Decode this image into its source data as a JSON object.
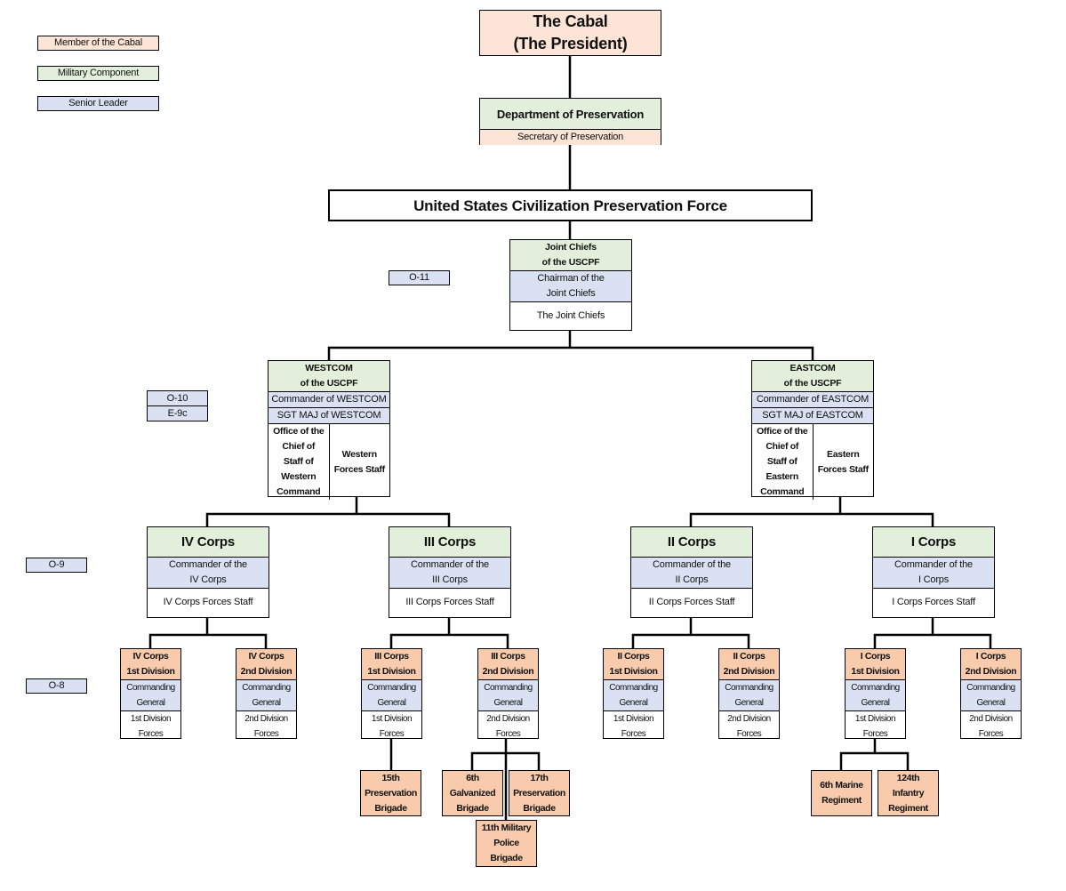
{
  "colors": {
    "cabal": "#fce4d6",
    "military": "#e2efda",
    "senior": "#d9e1f2",
    "brigade": "#f8cbad"
  },
  "legend": [
    {
      "label": "Member of the Cabal",
      "color": "#fce4d6"
    },
    {
      "label": "Military Component",
      "color": "#e2efda"
    },
    {
      "label": "Senior Leader",
      "color": "#d9e1f2"
    }
  ],
  "ranks": {
    "o11": "O-11",
    "o10": "O-10",
    "e9c": "E-9c",
    "o9": "O-9",
    "o8": "O-8"
  },
  "cabal": {
    "title": "The Cabal\n(The President)"
  },
  "dept": {
    "title": "Department of Preservation",
    "leader": "Secretary of Preservation"
  },
  "uscpf": {
    "title": "United States Civilization Preservation Force"
  },
  "joint": {
    "title": "Joint Chiefs\nof the USCPF",
    "leader": "Chairman of the\nJoint Chiefs",
    "staff": "The Joint Chiefs"
  },
  "westcom": {
    "title": "WESTCOM\nof the USCPF",
    "commander": "Commander of WESTCOM",
    "sgtmaj": "SGT MAJ of WESTCOM",
    "chief_office": "Office of the\nChief of\nStaff of\nWestern\nCommand",
    "staff": "Western\nForces Staff"
  },
  "eastcom": {
    "title": "EASTCOM\nof the USCPF",
    "commander": "Commander of EASTCOM",
    "sgtmaj": "SGT MAJ of EASTCOM",
    "chief_office": "Office of the\nChief of\nStaff of\nEastern\nCommand",
    "staff": "Eastern\nForces Staff"
  },
  "corps": [
    {
      "name": "IV Corps",
      "commander": "Commander of the\nIV Corps",
      "staff": "IV Corps Forces Staff"
    },
    {
      "name": "III Corps",
      "commander": "Commander of the\nIII Corps",
      "staff": "III Corps Forces Staff"
    },
    {
      "name": "II Corps",
      "commander": "Commander of the\nII Corps",
      "staff": "II Corps Forces Staff"
    },
    {
      "name": "I Corps",
      "commander": "Commander of the\nI Corps",
      "staff": "I Corps Forces Staff"
    }
  ],
  "divisions": [
    {
      "name": "IV Corps\n1st Division",
      "leader": "Commanding\nGeneral",
      "forces": "1st Division\nForces"
    },
    {
      "name": "IV Corps\n2nd Division",
      "leader": "Commanding\nGeneral",
      "forces": "2nd Division\nForces"
    },
    {
      "name": "III Corps\n1st Division",
      "leader": "Commanding\nGeneral",
      "forces": "1st Division\nForces"
    },
    {
      "name": "III Corps\n2nd Division",
      "leader": "Commanding\nGeneral",
      "forces": "2nd Division\nForces"
    },
    {
      "name": "II Corps\n1st Division",
      "leader": "Commanding\nGeneral",
      "forces": "1st Division\nForces"
    },
    {
      "name": "II Corps\n2nd Division",
      "leader": "Commanding\nGeneral",
      "forces": "2nd Division\nForces"
    },
    {
      "name": "I Corps\n1st Division",
      "leader": "Commanding\nGeneral",
      "forces": "1st Division\nForces"
    },
    {
      "name": "I Corps\n2nd Division",
      "leader": "Commanding\nGeneral",
      "forces": "2nd Division\nForces"
    }
  ],
  "brigades": [
    {
      "name": "15th\nPreservation\nBrigade"
    },
    {
      "name": "6th\nGalvanized\nBrigade"
    },
    {
      "name": "17th\nPreservation\nBrigade"
    },
    {
      "name": "11th Military\nPolice\nBrigade"
    },
    {
      "name": "6th Marine\nRegiment"
    },
    {
      "name": "124th\nInfantry\nRegiment"
    }
  ]
}
